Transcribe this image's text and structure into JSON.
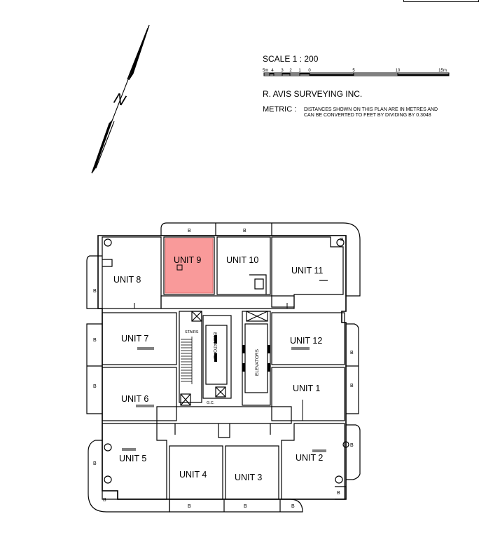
{
  "north_arrow": {
    "symbol": "N"
  },
  "scale": {
    "title": "SCALE  1 : 200",
    "ticks": [
      "5m",
      "4",
      "3",
      "2",
      "1",
      "0",
      "5",
      "10",
      "15m"
    ]
  },
  "surveyor": "R. AVIS SURVEYING INC.",
  "metric": {
    "label": "METRIC :",
    "line1": "DISTANCES SHOWN ON THIS PLAN ARE IN METRES AND",
    "line2": "CAN BE CONVERTED TO FEET BY DIVIDING BY 0.3048"
  },
  "plan": {
    "highlight_color": "#f99a9a",
    "units": {
      "unit1": "UNIT 1",
      "unit2": "UNIT 2",
      "unit3": "UNIT 3",
      "unit4": "UNIT 4",
      "unit5": "UNIT 5",
      "unit6": "UNIT 6",
      "unit7": "UNIT 7",
      "unit8": "UNIT 8",
      "unit9": "UNIT 9",
      "unit10": "UNIT 10",
      "unit11": "UNIT 11",
      "unit12": "UNIT 12"
    },
    "core": {
      "stairs": "STAIRS",
      "elevators": "ELEVATORS",
      "gc": "G.C."
    },
    "balcony": "B"
  }
}
